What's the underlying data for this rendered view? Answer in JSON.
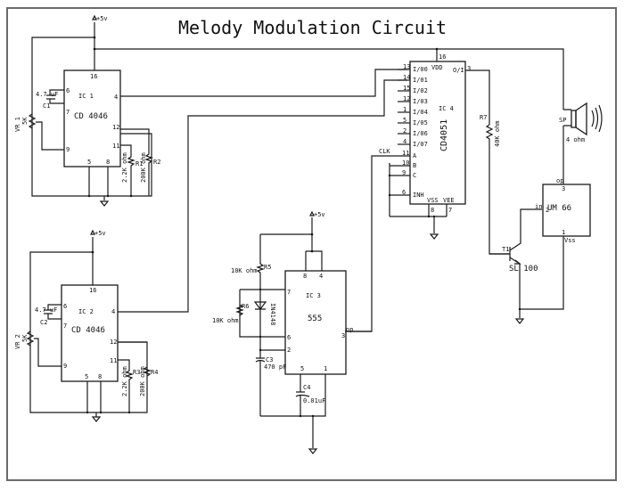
{
  "title": "Melody Modulation Circuit",
  "supply_label": "+5v",
  "ic1": {
    "name": "IC 1",
    "part": "CD 4046",
    "pins": {
      "p16": "16",
      "p4": "4",
      "p6": "6",
      "p7": "7",
      "p12": "12",
      "p11": "11",
      "p9": "9",
      "p5": "5",
      "p8": "8"
    },
    "cap_value": "4.7 uF",
    "cap_ref": "C1",
    "vr_ref": "VR 1",
    "vr_value": "5K",
    "r1_ref": "R1",
    "r1_value": "2.2K ohm",
    "r2_ref": "R2",
    "r2_value": "200K ohm"
  },
  "ic2": {
    "name": "IC 2",
    "part": "CD 4046",
    "pins": {
      "p16": "16",
      "p4": "4",
      "p6": "6",
      "p7": "7",
      "p12": "12",
      "p11": "11",
      "p9": "9",
      "p5": "5",
      "p8": "8"
    },
    "cap_value": "4.7 uF",
    "cap_ref": "C2",
    "vr_ref": "VR 2",
    "vr_value": "5K",
    "r3_ref": "R3",
    "r3_value": "2.2K ohm",
    "r4_ref": "R4",
    "r4_value": "200K ohm"
  },
  "ic3": {
    "name": "IC 3",
    "part": "555",
    "pins": {
      "p8": "8",
      "p4": "4",
      "p7": "7",
      "p6": "6",
      "p2": "2",
      "p3": "3",
      "p5": "5",
      "p1": "1"
    },
    "out_label": "op",
    "r5_ref": "R5",
    "r5_value": "10K ohm",
    "r6_ref": "R6",
    "r6_value": "10K ohm",
    "diode": "IN4148",
    "c3_ref": "C3",
    "c3_value": "470 pF",
    "c4_ref": "C4",
    "c4_value": "0.01uF"
  },
  "ic4": {
    "name": "IC 4",
    "part": "CD4051",
    "vdd": "VDD",
    "vss": "VSS",
    "vee": "VEE",
    "out": "O/I",
    "clk": "CLK",
    "io_pins": [
      {
        "num": "13",
        "label": "I/00"
      },
      {
        "num": "14",
        "label": "I/01"
      },
      {
        "num": "15",
        "label": "I/02"
      },
      {
        "num": "12",
        "label": "I/03"
      },
      {
        "num": "1",
        "label": "I/04"
      },
      {
        "num": "5",
        "label": "I/05"
      },
      {
        "num": "2",
        "label": "I/06"
      },
      {
        "num": "4",
        "label": "I/07"
      }
    ],
    "ctrl_pins": [
      {
        "num": "11",
        "label": "A"
      },
      {
        "num": "10",
        "label": "B"
      },
      {
        "num": "9",
        "label": "C"
      },
      {
        "num": "6",
        "label": "INH"
      }
    ],
    "p16": "16",
    "p3": "3",
    "p8": "8",
    "p7": "7"
  },
  "r7": {
    "ref": "R7",
    "value": "40K ohm"
  },
  "t1": {
    "ref": "T1",
    "part": "SL 100"
  },
  "um66": {
    "name": "UM 66",
    "op": "op",
    "in": "in",
    "vss": "Vss",
    "p3": "3",
    "p2": "2",
    "p1": "1"
  },
  "speaker": {
    "ref": "SP",
    "value": "4 ohm"
  }
}
